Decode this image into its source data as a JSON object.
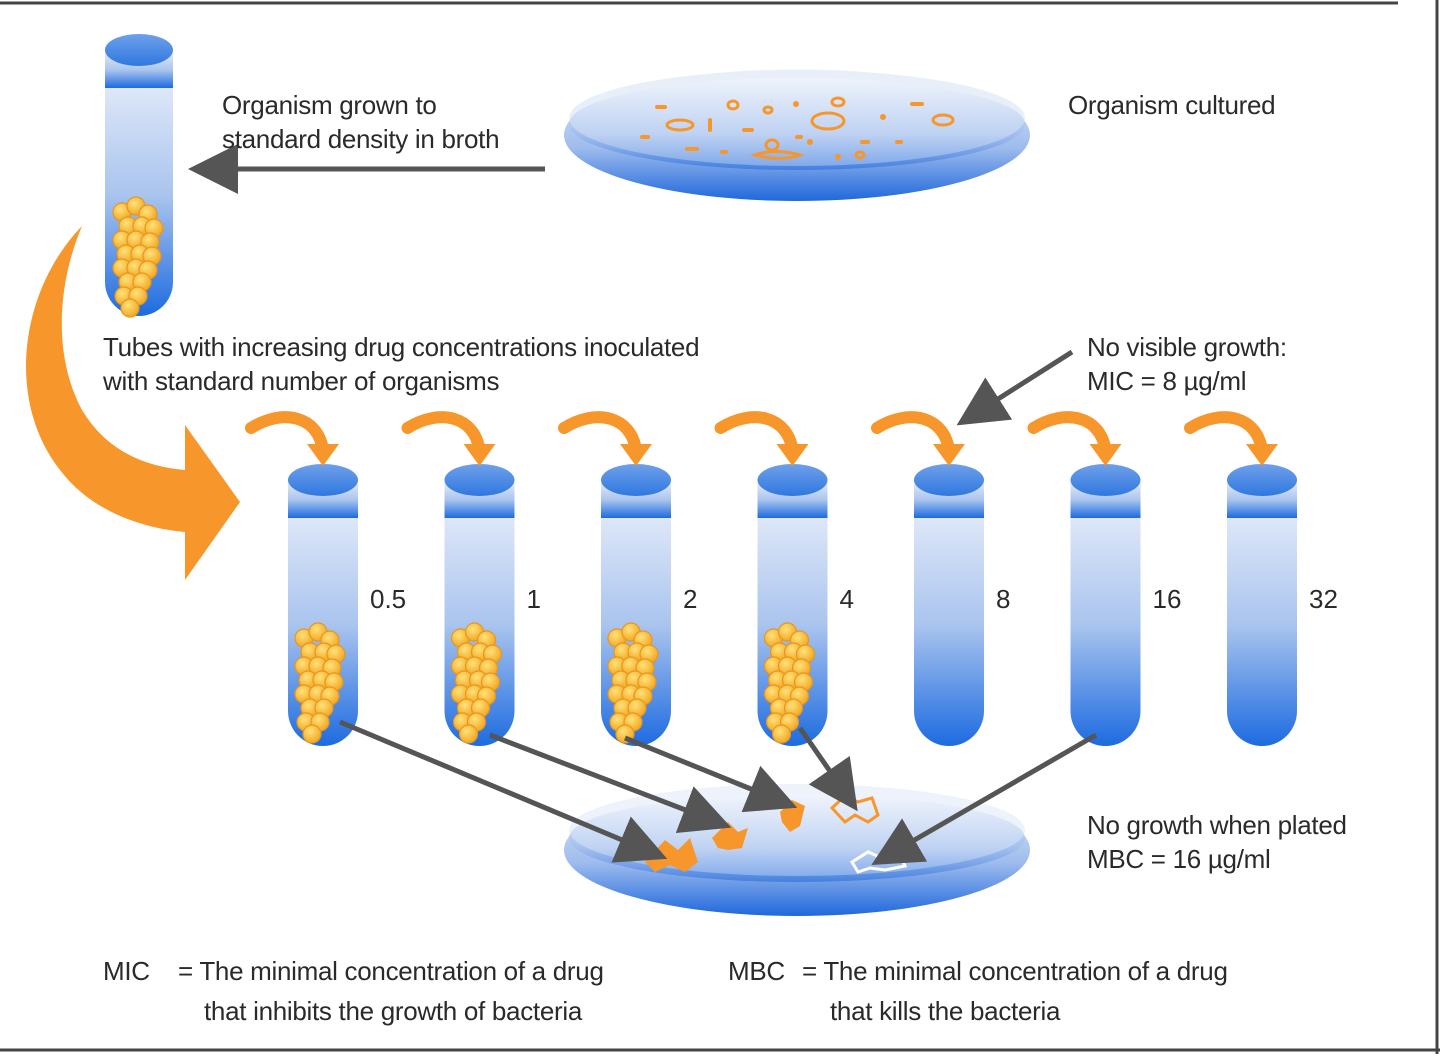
{
  "labels": {
    "broth_line1": "Organism grown to",
    "broth_line2": "standard density in broth",
    "cultured": "Organism cultured",
    "tubes_line1": "Tubes with increasing drug concentrations inoculated",
    "tubes_line2": "with standard number of organisms",
    "no_visible_line1": "No visible growth:",
    "no_visible_line2": "MIC = 8 µg/ml",
    "no_growth_line1": "No growth when plated",
    "no_growth_line2": "MBC = 16 µg/ml"
  },
  "tubes": [
    {
      "concentration": "0.5",
      "growth": true
    },
    {
      "concentration": "1",
      "growth": true
    },
    {
      "concentration": "2",
      "growth": true
    },
    {
      "concentration": "4",
      "growth": true
    },
    {
      "concentration": "8",
      "growth": false
    },
    {
      "concentration": "16",
      "growth": false
    },
    {
      "concentration": "32",
      "growth": false
    }
  ],
  "definitions": {
    "mic_term": "MIC",
    "mic_line1": "= The minimal concentration of a drug",
    "mic_line2": "that inhibits the growth of bacteria",
    "mbc_term": "MBC",
    "mbc_line1": "= The minimal concentration of a drug",
    "mbc_line2": "that kills the bacteria"
  },
  "colors": {
    "tube_top": "#eef2fa",
    "tube_bottom": "#1f6fe0",
    "bacteria": "#f5a623",
    "arrow_orange": "#f7962a",
    "arrow_gray": "#555555"
  }
}
